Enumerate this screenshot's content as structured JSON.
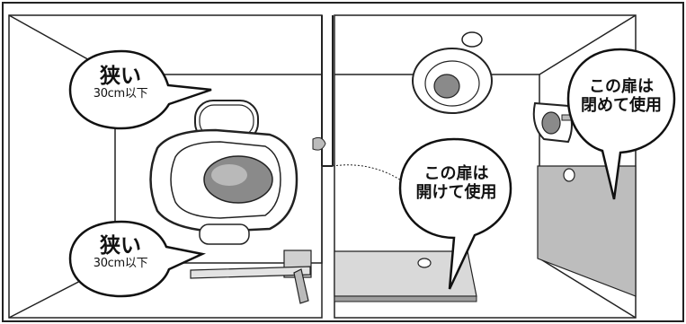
{
  "callouts": {
    "narrow_top": {
      "title": "狭い",
      "sub": "30cm以下"
    },
    "narrow_bottom": {
      "title": "狭い",
      "sub": "30cm以下"
    },
    "door_open": {
      "line1": "この扉は",
      "line2": "開けて使用"
    },
    "door_closed": {
      "line1": "この扉は",
      "line2": "閉めて使用"
    }
  },
  "colors": {
    "line": "#222222",
    "floor_shade": "#bdbdbd",
    "door_shade": "#d9d9d9",
    "bowl_shade": "#8a8a8a"
  }
}
